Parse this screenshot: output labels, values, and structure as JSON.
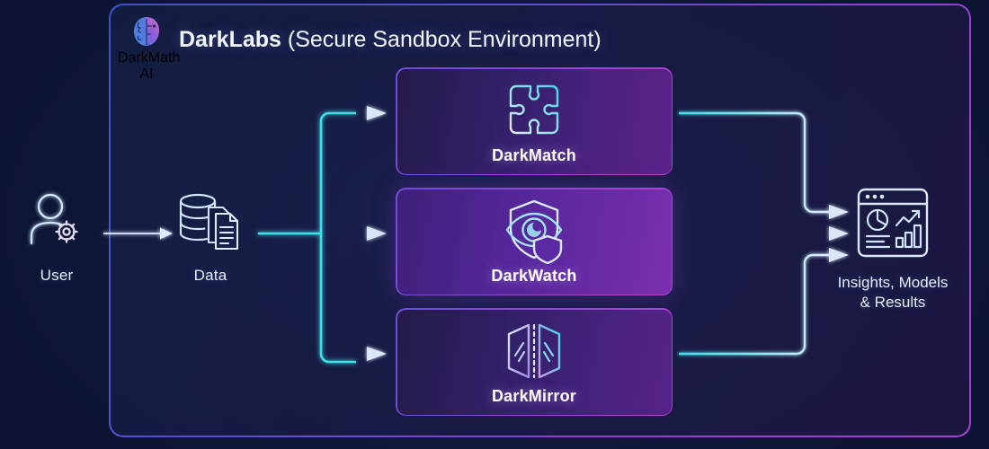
{
  "brand": {
    "mark_icon": "brain-profile-logo-icon",
    "name": "DarkMath AI"
  },
  "header": {
    "title_strong": "DarkLabs",
    "title_rest": " (Secure Sandbox Environment)"
  },
  "flow": {
    "input_nodes": [
      {
        "id": "user",
        "label": "User",
        "icon": "user-gear-icon"
      },
      {
        "id": "data",
        "label": "Data",
        "icon": "database-documents-icon"
      }
    ],
    "modules": [
      {
        "id": "darkmatch",
        "label": "DarkMatch",
        "icon": "puzzle-icon"
      },
      {
        "id": "darkwatch",
        "label": "DarkWatch",
        "icon": "shield-eye-icon"
      },
      {
        "id": "darkmirror",
        "label": "DarkMirror",
        "icon": "mirror-panels-icon"
      }
    ],
    "output_node": {
      "id": "insights",
      "label": "Insights, Models & Results",
      "label_line1": "Insights, Models",
      "label_line2": "& Results",
      "icon": "analytics-dashboard-icon"
    }
  },
  "colors": {
    "background": "#0d1430",
    "container_border_start": "#4150c8",
    "container_border_end": "#a63fd0",
    "card_border_start": "#6a4fd8",
    "card_border_end": "#b93fd4",
    "connector_cyan": "#3fe0e8",
    "connector_white": "#dfe8f7",
    "icon_stroke": "#cfe0f5",
    "text_primary": "#f2f5fc"
  }
}
